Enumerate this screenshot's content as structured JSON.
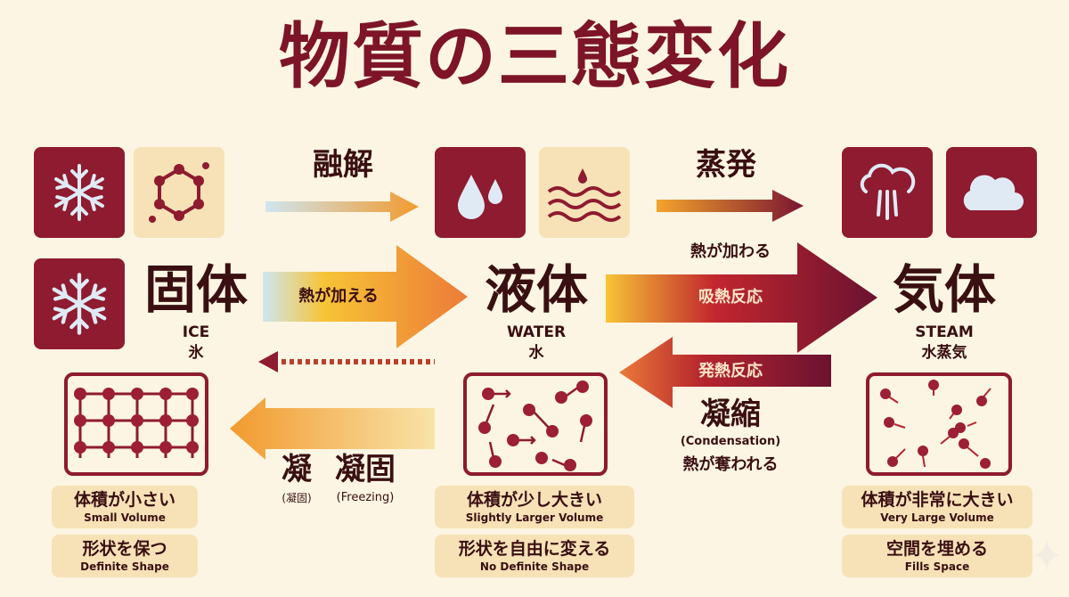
{
  "title": "物質の三態変化",
  "colors": {
    "maroon": "#8e1b30",
    "tan": "#f6e2b6",
    "background": "#fcf5e3",
    "orange": "#f29a2e"
  },
  "top_row": {
    "melting_label": "融解",
    "evaporation_label": "蒸発",
    "icons": [
      "snowflake-icon",
      "hexagon-molecule-icon",
      "droplets-icon",
      "waves-icon",
      "steam-icon",
      "cloud-icon"
    ]
  },
  "solid": {
    "name": "固体",
    "en": "ICE",
    "jp_sub": "氷",
    "props": [
      {
        "jp": "体積が小さい",
        "en": "Small Volume"
      },
      {
        "jp": "形状を保つ",
        "en": "Definite Shape"
      }
    ]
  },
  "liquid": {
    "name": "液体",
    "en": "WATER",
    "jp_sub": "水",
    "props": [
      {
        "jp": "体積が少し大きい",
        "en": "Slightly Larger Volume"
      },
      {
        "jp": "形状を自由に変える",
        "en": "No Definite Shape"
      }
    ]
  },
  "gas": {
    "name": "気体",
    "en": "STEAM",
    "jp_sub": "水蒸気",
    "props": [
      {
        "jp": "体積が非常に大きい",
        "en": "Very Large Volume"
      },
      {
        "jp": "空間を埋める",
        "en": "Fills Space"
      }
    ]
  },
  "arrows": {
    "solid_to_liquid": "熱が加える",
    "liquid_to_gas_above": "熱が加わる",
    "liquid_to_gas": "吸熱反応",
    "gas_to_liquid": "発熱反応",
    "condensation": "凝縮",
    "condensation_en": "(Condensation)",
    "heat_removed": "熱が奪われる",
    "freezing_a": "凝",
    "freezing_b": "凝固",
    "freezing_a_sub": "(凝固)",
    "freezing_b_sub": "(Freezing)"
  }
}
